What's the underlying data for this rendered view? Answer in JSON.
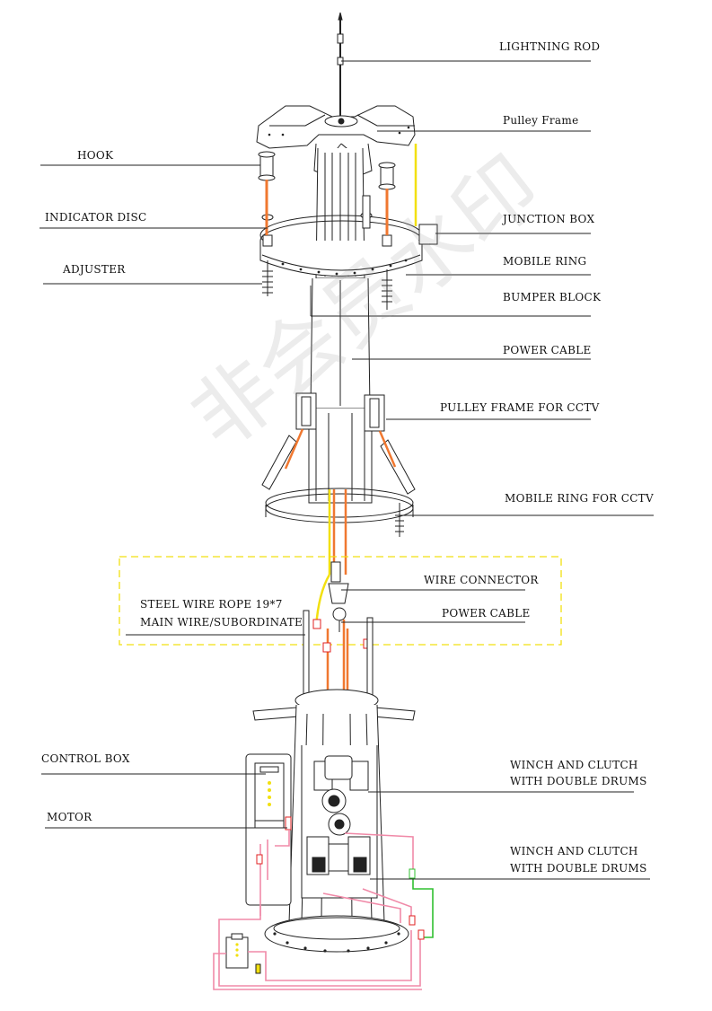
{
  "watermark": "非会员水印",
  "labels": {
    "lightning_rod": "LIGHTNING ROD",
    "pulley_frame": "Pulley Frame",
    "hook": "HOOK",
    "indicator_disc": "INDICATOR DISC",
    "junction_box": "JUNCTION BOX",
    "mobile_ring": "MOBILE RING",
    "adjuster": "ADJUSTER",
    "bumper_block": "BUMPER BLOCK",
    "power_cable_top": "POWER CABLE",
    "pulley_frame_cctv": "PULLEY FRAME FOR CCTV",
    "mobile_ring_cctv": "MOBILE RING FOR CCTV",
    "wire_connector": "WIRE CONNECTOR",
    "steel_wire_1": "STEEL WIRE ROPE 19*7",
    "steel_wire_2": "MAIN WIRE/SUBORDINATE",
    "power_cable_bottom": "POWER CABLE",
    "control_box": "CONTROL BOX",
    "winch_1_line1": "WINCH AND CLUTCH",
    "winch_1_line2": "WITH DOUBLE DRUMS",
    "motor": "MOTOR",
    "winch_2_line1": "WINCH AND CLUTCH",
    "winch_2_line2": "WITH DOUBLE DRUMS"
  },
  "colors": {
    "line": "#222222",
    "cable_orange": "#f07830",
    "cable_yellow": "#f2e010",
    "cable_pink": "#f08aa8",
    "cable_green": "#30c030",
    "cable_red": "#e02020",
    "dashed_box": "#f2e010"
  }
}
